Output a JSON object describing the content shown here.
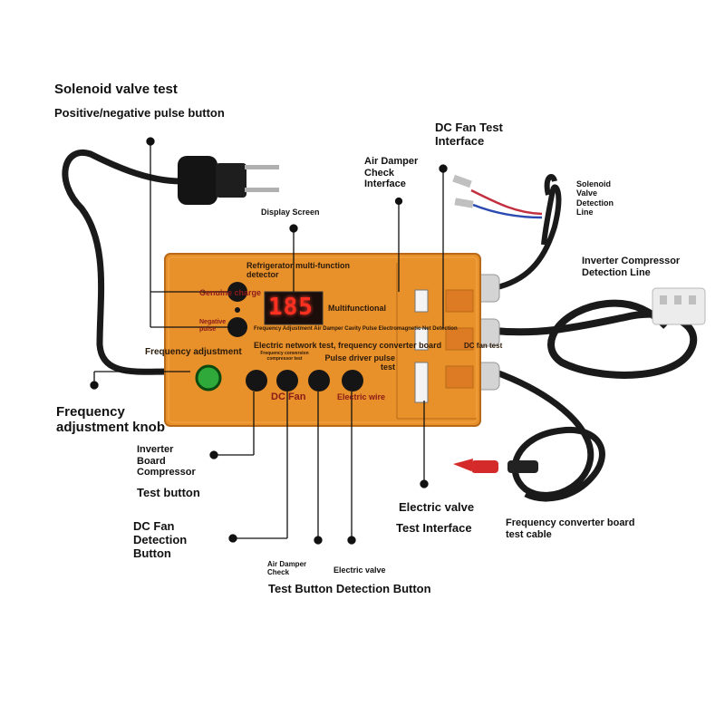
{
  "display_value": "185",
  "labels": {
    "solenoid_test": "Solenoid valve test",
    "pulse_button": "Positive/negative pulse button",
    "dc_fan_test_interface": "DC Fan Test\nInterface",
    "air_damper_check_interface": "Air Damper\nCheck\nInterface",
    "solenoid_detection_line": "Solenoid\nValve\nDetection\nLine",
    "display_screen": "Display Screen",
    "inverter_compressor_line": "Inverter Compressor\nDetection Line",
    "refrigerator_detector": "Refrigerator multi-function\ndetector",
    "genuine_charge": "Genuine charge",
    "multifunctional": "Multifunctional",
    "negative_pulse": "Negative\npulse",
    "panel_subline": "Frequency Adjustment Air Damper Cavity Pulse Electromagnetic Net Detection",
    "electric_network": "Electric network test, frequency converter board",
    "dc_fan_test_small": "DC fan test",
    "pulse_driver": "Pulse driver pulse\ntest",
    "frequency_adjustment": "Frequency adjustment",
    "freq_conv_small": "Frequency conversion\ncompressor test",
    "dc_fan_panel": "DC Fan",
    "electric_wire": "Electric wire",
    "frequency_knob": "Frequency\nadjustment knob",
    "inverter_board": "Inverter\nBoard\nCompressor",
    "test_button": "Test button",
    "electric_valve": "Electric valve",
    "test_interface": "Test Interface",
    "freq_conv_board_cable": "Frequency converter board\ntest cable",
    "dc_fan_detection": "DC Fan\nDetection\nButton",
    "air_damper_check": "Air Damper\nCheck",
    "electric_valve_small": "Electric valve",
    "test_button_detection": "Test Button Detection Button"
  },
  "colors": {
    "panel": "#e8902a",
    "panel_dark": "#c8701a",
    "cable": "#1a1a1a",
    "knob": "#2faa3a",
    "display_bg": "#1a0d0a",
    "display_digits": "#ff3020"
  }
}
